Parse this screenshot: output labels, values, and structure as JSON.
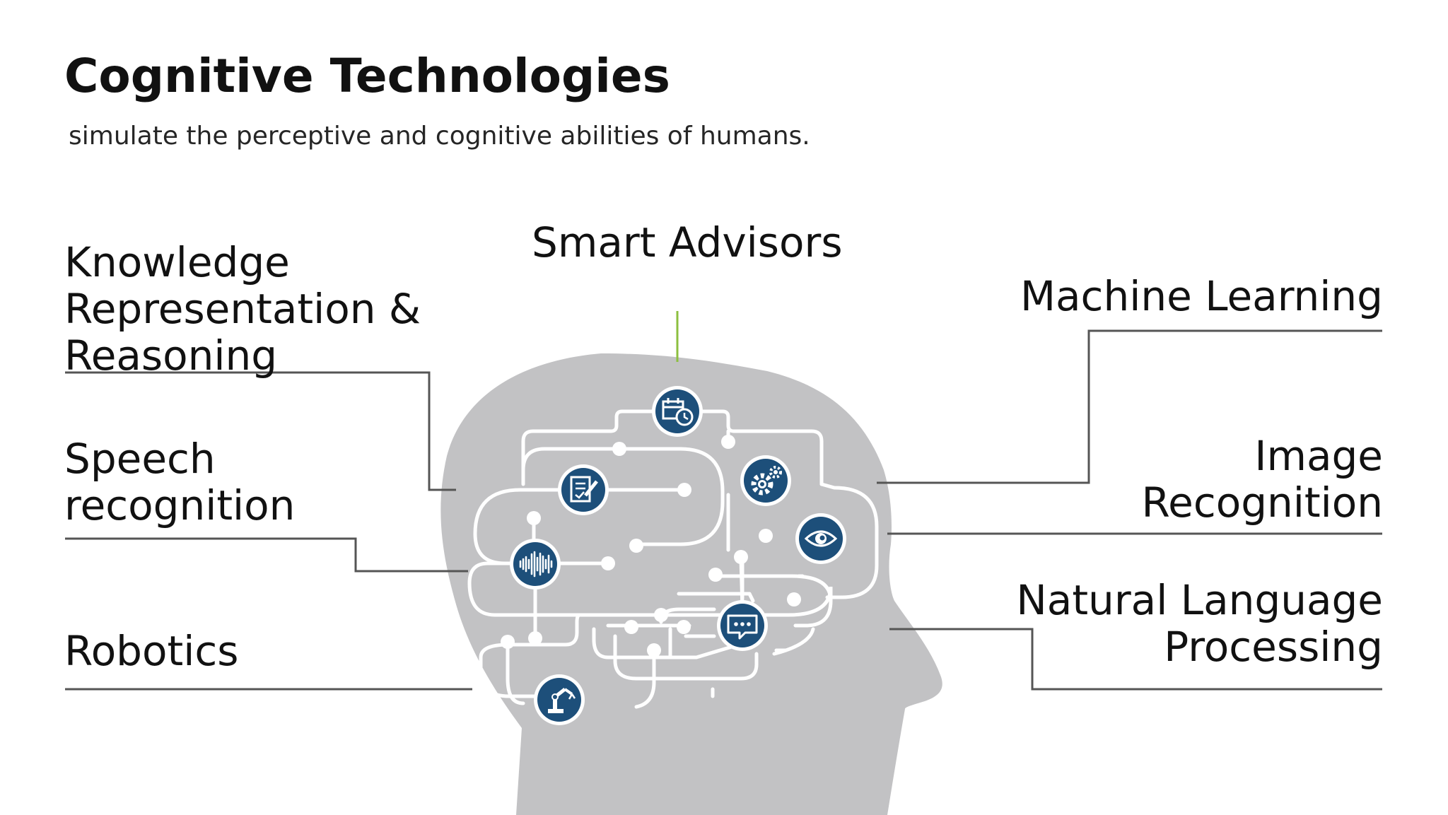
{
  "slide": {
    "title": "Cognitive Technologies",
    "subtitle": "simulate the perceptive and cognitive abilities of humans."
  },
  "labels": {
    "knowledge": [
      "Knowledge",
      "Representation &",
      "Reasoning"
    ],
    "smart_advisors": "Smart Advisors",
    "machine_learning": "Machine Learning",
    "speech": [
      "Speech",
      "recognition"
    ],
    "image": [
      "Image",
      "Recognition"
    ],
    "nlp": [
      "Natural Language",
      "Processing"
    ],
    "robotics": "Robotics"
  },
  "icons": [
    {
      "name": "calendar-clock-icon"
    },
    {
      "name": "document-edit-icon"
    },
    {
      "name": "gears-icon"
    },
    {
      "name": "eye-icon"
    },
    {
      "name": "sound-wave-icon"
    },
    {
      "name": "chat-bubble-icon"
    },
    {
      "name": "robot-arm-icon"
    }
  ],
  "colors": {
    "head": "#c2c2c4",
    "circuit": "#ffffff",
    "icon_fill": "#1d4f7a",
    "leader_line": "#555555",
    "accent_line": "#8cbf3f"
  }
}
